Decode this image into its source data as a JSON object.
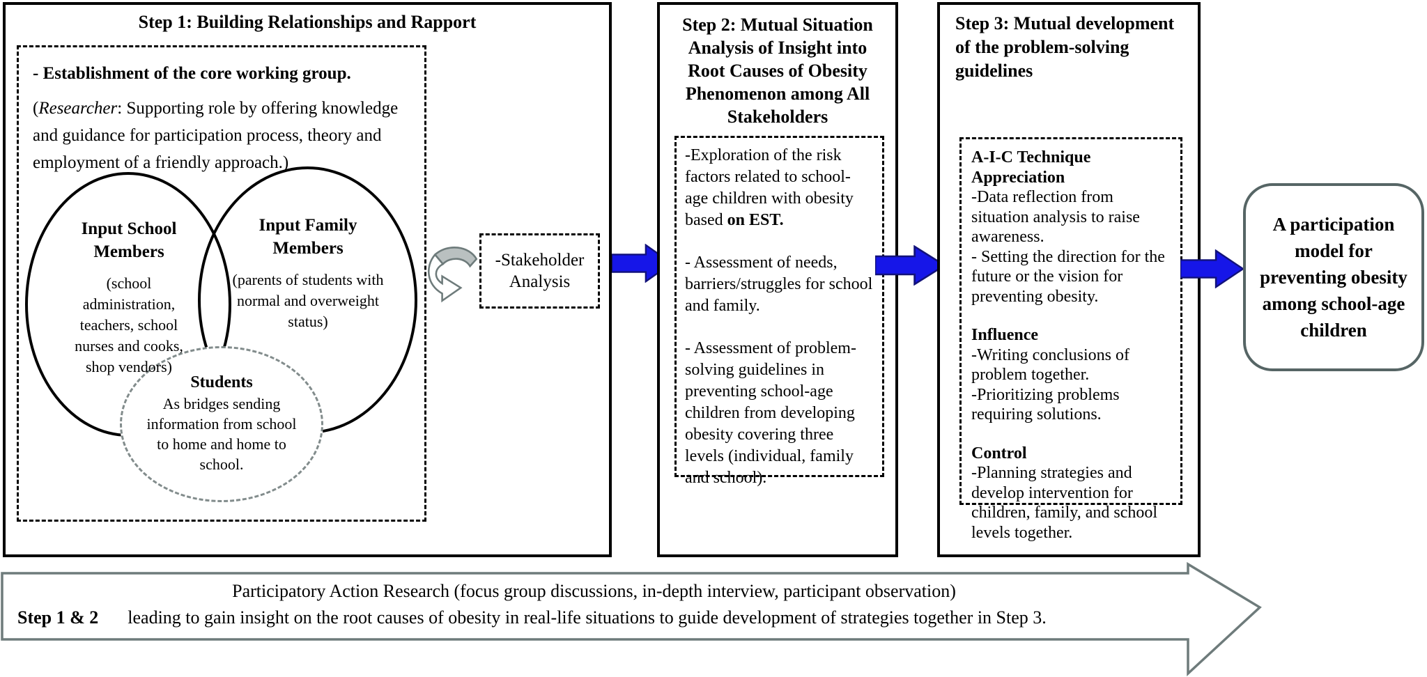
{
  "colors": {
    "flow_arrow_fill": "#1616e8",
    "flow_arrow_border": "#12127a",
    "cycle_arrow_fill": "#b9c0c0",
    "process_arrow_outline": "#6e7b7b",
    "box_border": "#000000",
    "students_ellipse_border": "#828c8c",
    "outcome_border": "#566565"
  },
  "step1": {
    "title": "Step 1:  Building Relationships and Rapport",
    "establishment": "- Establishment of the core working group.",
    "researcher": {
      "open": "(",
      "name": "Researcher",
      "rest": ": Supporting role by offering knowledge and guidance for participation process, theory and employment of a friendly approach.)"
    },
    "school_circle": {
      "heading": "Input School Members",
      "detail": "(school administration, teachers, school nurses and cooks, shop vendors)"
    },
    "family_circle": {
      "heading": "Input Family Members",
      "detail": "(parents of students with normal and overweight status)"
    },
    "students": {
      "heading": "Students",
      "detail": "As bridges sending information from school to home and home to school."
    }
  },
  "stakeholder": {
    "label": "-Stakeholder Analysis"
  },
  "step2": {
    "title": "Step 2: Mutual Situation Analysis of Insight into Root Causes of Obesity Phenomenon among All Stakeholders",
    "items": [
      {
        "text": "-Exploration of the risk factors related to school-age children with obesity based ",
        "bold": "on EST."
      },
      {
        "text": "- Assessment of needs, barriers/struggles for school and family.",
        "bold": ""
      },
      {
        "text": "- Assessment of problem-solving guidelines in preventing school-age children from developing obesity covering three levels (individual, family and school).",
        "bold": ""
      }
    ]
  },
  "step3": {
    "title": "Step 3: Mutual development of the problem-solving guidelines",
    "sections": [
      {
        "heading1": "A-I-C Technique",
        "heading2": "Appreciation",
        "items": [
          "-Data reflection from situation analysis to raise awareness.",
          "- Setting the direction for the future or the vision for preventing obesity."
        ]
      },
      {
        "heading1": "Influence",
        "items": [
          "-Writing conclusions of problem together.",
          "-Prioritizing problems requiring solutions."
        ]
      },
      {
        "heading1": "Control",
        "items": [
          "-Planning strategies and develop intervention for children, family, and school levels together."
        ]
      }
    ]
  },
  "outcome": {
    "text": "A participation model for preventing obesity among school-age children"
  },
  "bottom_arrow": {
    "line1": "Participatory Action Research (focus group discussions, in-depth interview, participant observation)",
    "step_label": "Step 1 & 2",
    "line2": "leading to gain insight on the root causes of obesity in real-life situations to guide development of strategies together in Step 3."
  }
}
